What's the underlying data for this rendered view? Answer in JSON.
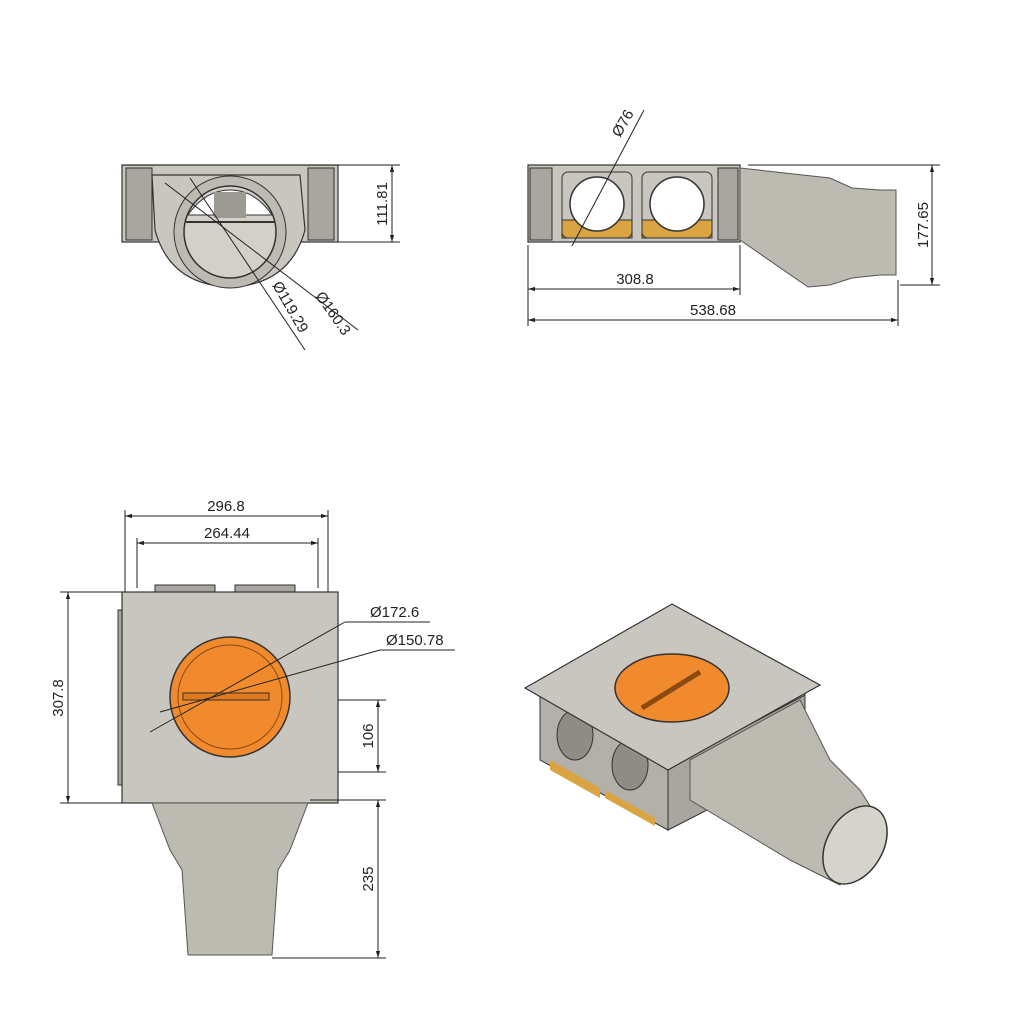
{
  "views": {
    "front": {
      "dims": {
        "height": "111.81",
        "outer_diameter": "Ø160.3",
        "inner_diameter": "Ø119.29"
      }
    },
    "side": {
      "dims": {
        "port_diameter": "Ø76",
        "body_length": "308.8",
        "total_length": "538.68",
        "height": "177.65"
      }
    },
    "top": {
      "dims": {
        "outer_width": "296.8",
        "inner_width": "264.44",
        "depth": "307.8",
        "port_outer": "Ø172.6",
        "port_inner": "Ø150.78",
        "offset": "106",
        "funnel_length": "235"
      }
    },
    "iso": {}
  },
  "colors": {
    "body": "#c9c6bf",
    "orange": "#f08a2c",
    "amber": "#d9a441",
    "line": "#222222"
  }
}
